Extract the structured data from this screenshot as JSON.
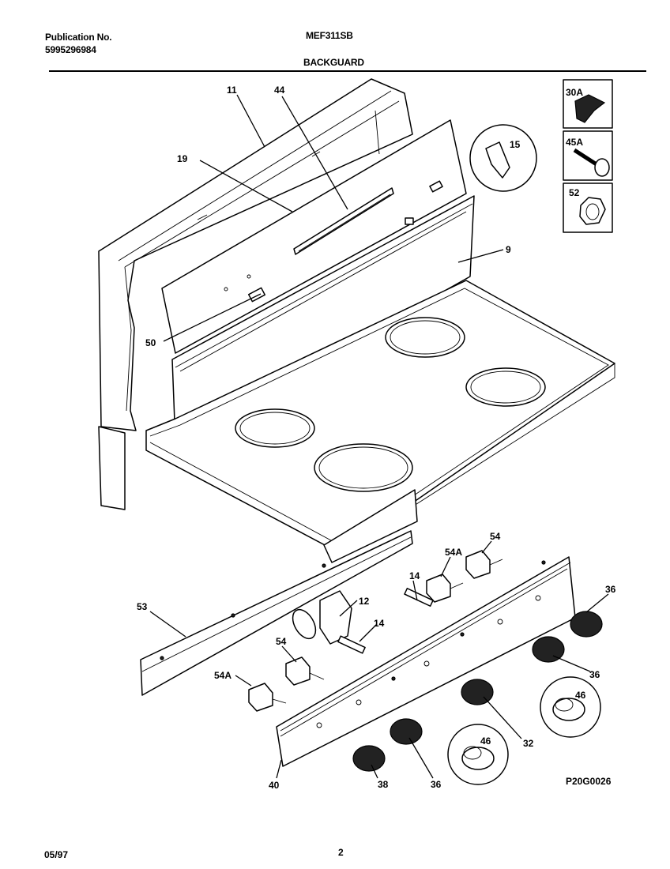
{
  "header": {
    "publication_label": "Publication No.",
    "publication_number": "5995296984",
    "model": "MEF311SB",
    "section": "BACKGUARD"
  },
  "inset_parts": [
    {
      "id": "30A",
      "icon": "knob-clip-icon"
    },
    {
      "id": "45A",
      "icon": "screw-icon"
    },
    {
      "id": "52",
      "icon": "nut-icon"
    }
  ],
  "callouts": {
    "c11": "11",
    "c44": "44",
    "c19": "19",
    "c15": "15",
    "c9": "9",
    "c50": "50",
    "c53": "53",
    "c54A_top": "54A",
    "c54_top": "54",
    "c14_top": "14",
    "c12": "12",
    "c14_mid": "14",
    "c54_left": "54",
    "c54A_left": "54A",
    "c36_right": "36",
    "c36_mid": "36",
    "c46_right": "46",
    "c46_bottom": "46",
    "c32": "32",
    "c40": "40",
    "c38": "38",
    "c36_bottom": "36"
  },
  "diagram_code": "P20G0026",
  "footer": {
    "date": "05/97",
    "page": "2"
  }
}
